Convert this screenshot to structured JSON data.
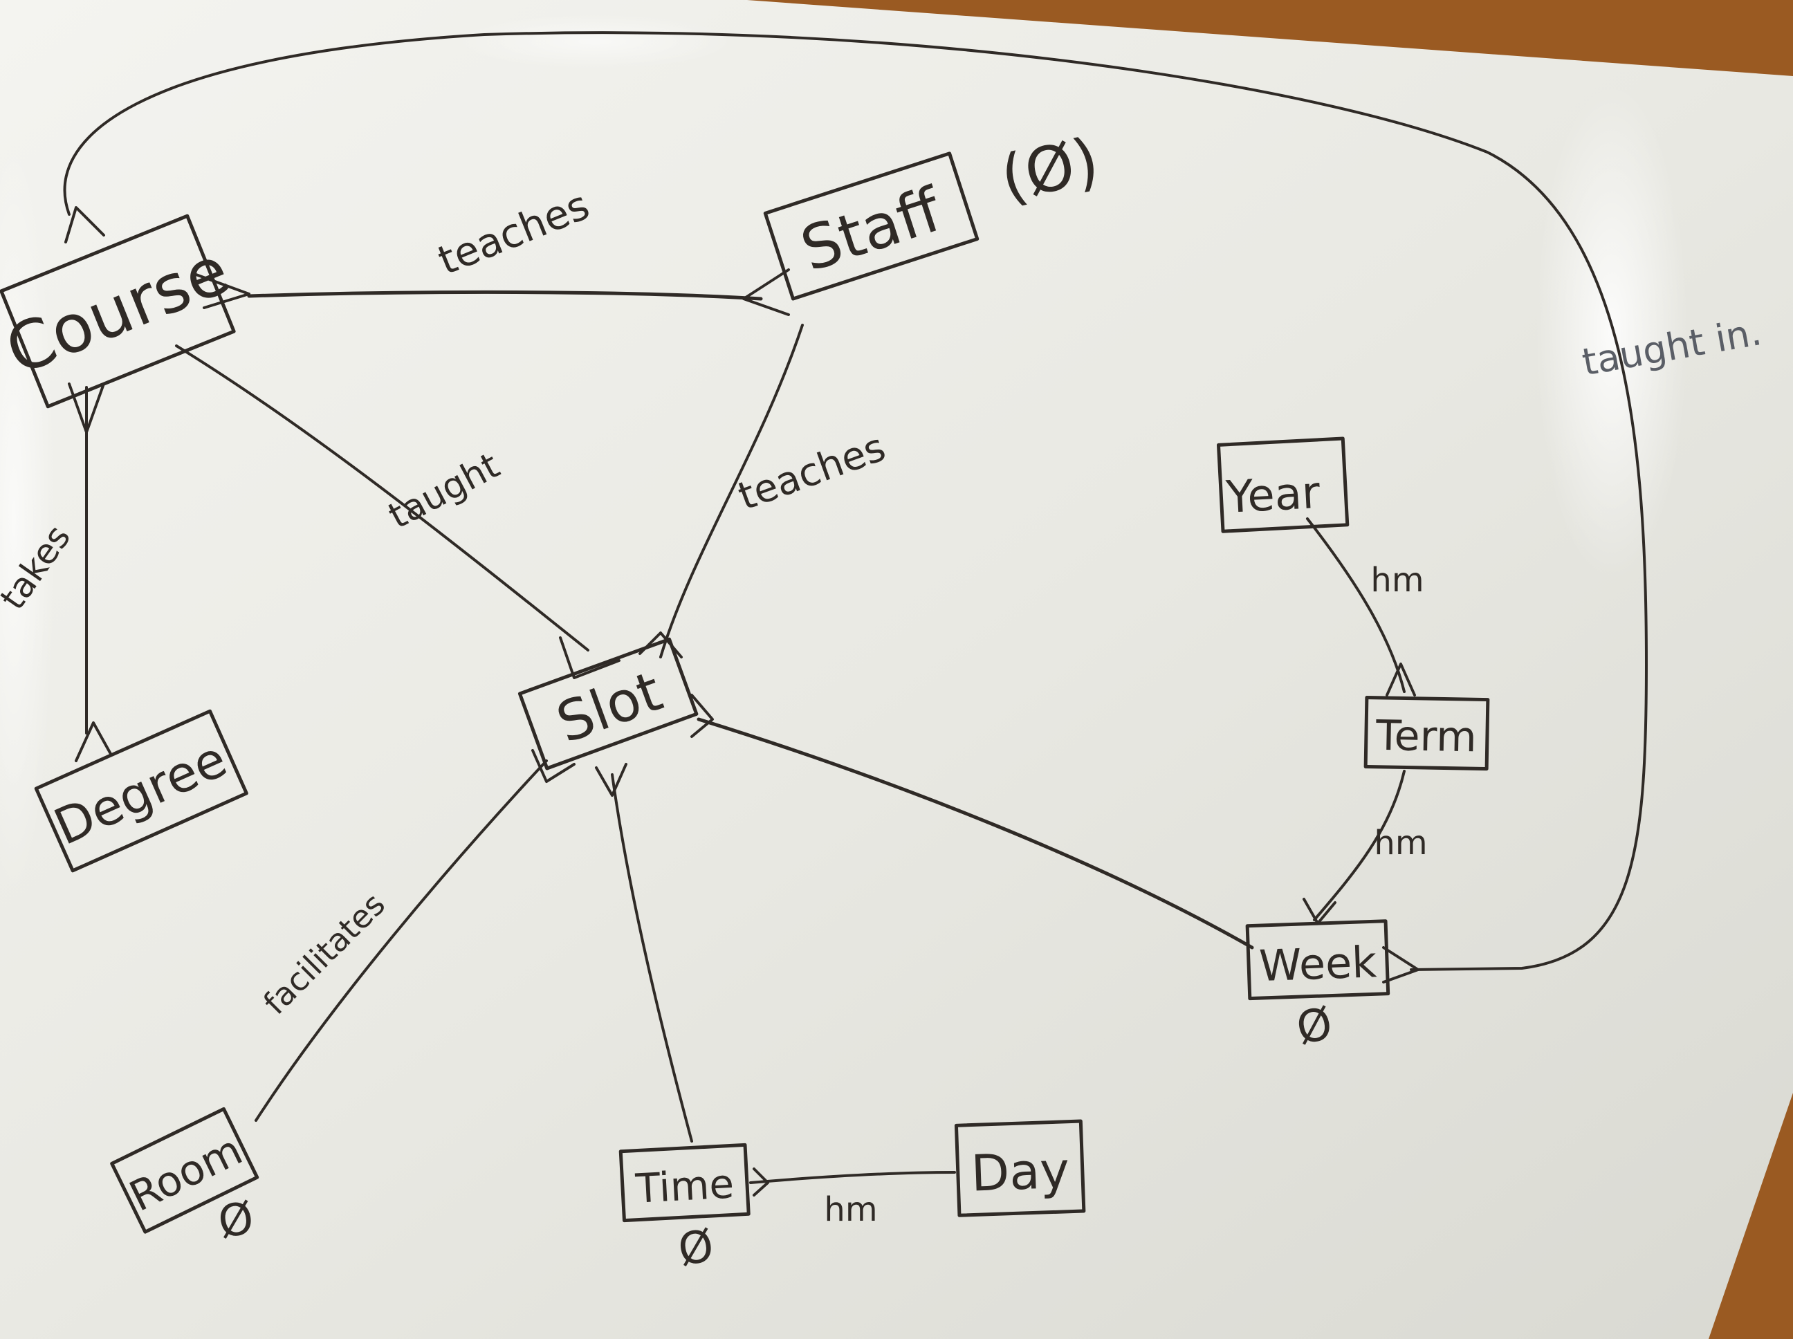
{
  "entities": {
    "course": "Course",
    "staff": "Staff",
    "slot": "Slot",
    "degree": "Degree",
    "year": "Year",
    "term": "Term",
    "week": "Week",
    "room": "Room",
    "time": "Time",
    "day": "Day"
  },
  "relations": {
    "course_staff": "teaches",
    "course_slot": "taught",
    "staff_slot": "teaches",
    "course_degree": "takes",
    "course_week": "taught in.",
    "year_term": "hm",
    "term_week": "hm",
    "slot_room": "facilitates",
    "time_day": "hm"
  },
  "marks": {
    "staff_note": "(Ø)",
    "week_null": "Ø",
    "room_null": "Ø",
    "time_null": "Ø"
  },
  "colors": {
    "ink": "#2f2a26",
    "board": "#ecece6",
    "frame": "#9a5a22"
  }
}
